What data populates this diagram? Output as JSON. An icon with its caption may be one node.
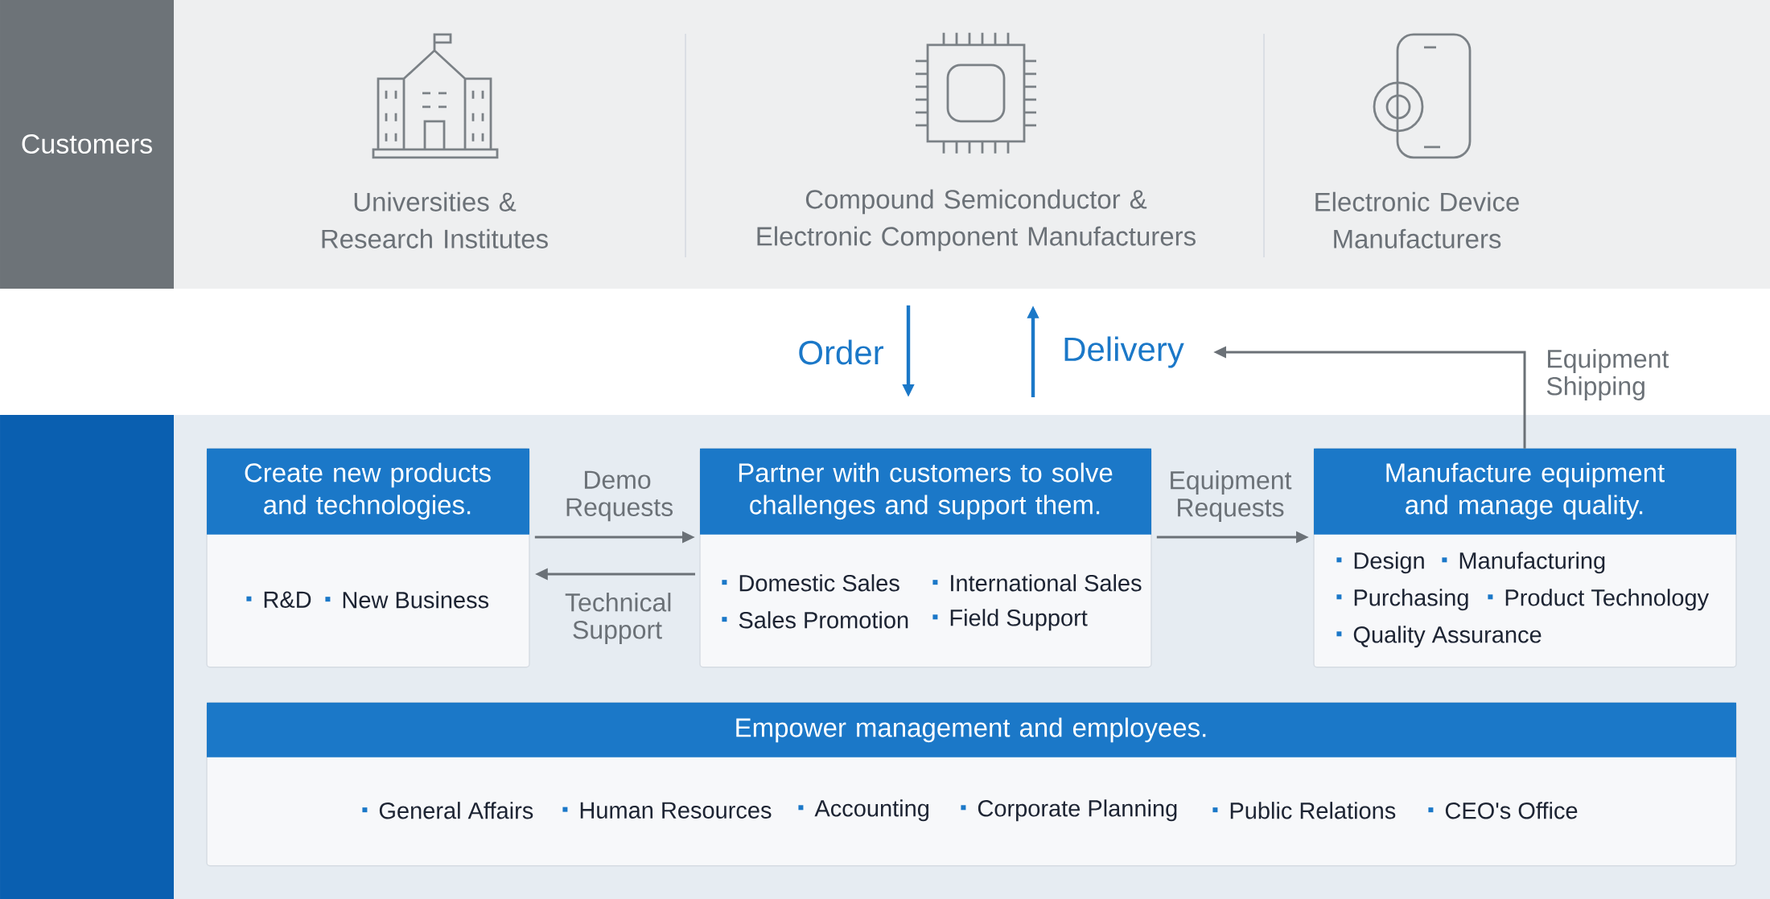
{
  "diagram": {
    "nodes": [
      {
        "text": [
          "Customers"
        ]
      },
      {
        "text": [
          "Universities & Research Institutes"
        ],
        "in": 0
      },
      {
        "text": [
          "Compound Semiconductor & Electronic Component Manufacturers"
        ],
        "in": 0
      },
      {
        "text": [
          "Electronic Device Manufacturers"
        ],
        "in": 0
      },
      {
        "text": [],
        "shape": "box"
      },
      {
        "text": [
          "Create new products and technologies.",
          "R&D",
          "New Business"
        ],
        "in": 4
      },
      {
        "text": [
          "Partner with customers to solve challenges and support them.",
          "Domestic Sales",
          "International Sales",
          "Sales Promotion",
          "Field Support"
        ],
        "in": 4
      },
      {
        "text": [
          "Manufacture equipment and manage quality.",
          "Design",
          "Manufacturing",
          "Purchasing",
          "Product Technology",
          "Quality Assurance"
        ],
        "in": 4
      },
      {
        "text": [
          "Empower management and employees.",
          "General Affairs",
          "Human Resources",
          "Accounting",
          "Corporate Planning",
          "Public Relations",
          "CEO's Office"
        ],
        "in": 4
      }
    ],
    "edges": [
      {
        "from": 0,
        "to": 4,
        "arrow": "to",
        "label": "Order",
        "color": "#1b78c8"
      },
      {
        "from": 4,
        "to": 0,
        "arrow": "to",
        "label": "Delivery",
        "color": "#1b78c8"
      },
      {
        "from": 5,
        "to": 6,
        "arrow": "to",
        "label": "Demo Requests"
      },
      {
        "from": 6,
        "to": 5,
        "arrow": "to",
        "label": "Technical Support"
      },
      {
        "from": 6,
        "to": 7,
        "arrow": "to",
        "label": "Equipment Requests"
      },
      {
        "from": 7,
        "to": null,
        "arrow": "to",
        "label": "Equipment Shipping"
      }
    ]
  }
}
